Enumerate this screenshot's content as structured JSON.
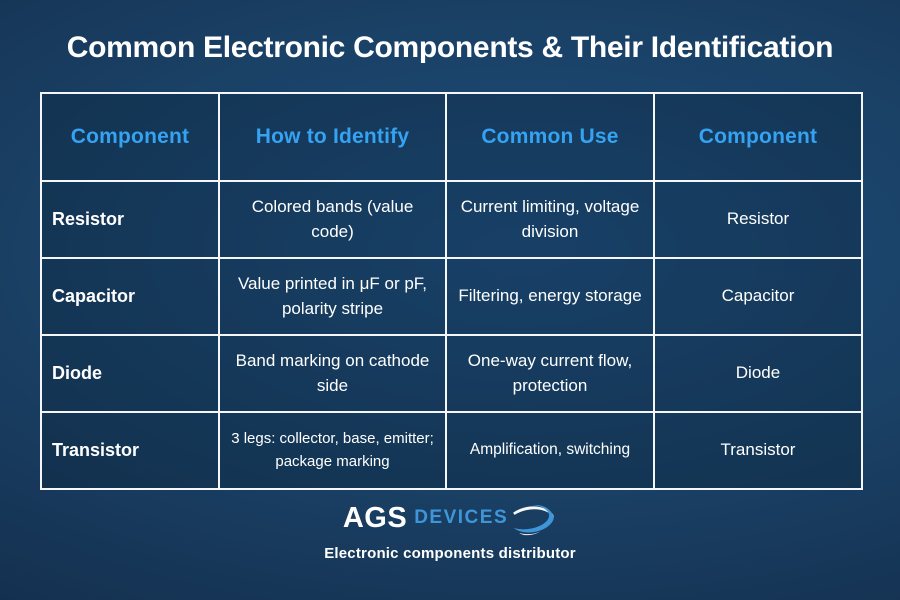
{
  "page": {
    "title": "Common Electronic Components & Their Identification"
  },
  "table": {
    "headers": [
      "Component",
      "How to Identify",
      "Common Use",
      "Component"
    ],
    "rows": [
      {
        "cells": [
          "Resistor",
          "Colored bands (value code)",
          "Current limiting, voltage division",
          "Resistor"
        ]
      },
      {
        "cells": [
          "Capacitor",
          "Value printed in μF or pF, polarity stripe",
          "Filtering, energy storage",
          "Capacitor"
        ]
      },
      {
        "cells": [
          "Diode",
          "Band marking on cathode side",
          "One-way current flow, protection",
          "Diode"
        ]
      },
      {
        "cells": [
          "Transistor",
          "3 legs: collector, base, emitter; package marking",
          "Amplification, switching",
          "Transistor"
        ]
      }
    ]
  },
  "footer": {
    "logo_primary": "AGS",
    "logo_secondary": "DEVICES",
    "tagline": "Electronic components distributor"
  },
  "colors": {
    "header_accent": "#35a2f2",
    "logo_blue": "#3e96d9",
    "background_center": "#1f4e7d",
    "background_edge": "#10273f",
    "border": "#f4f6f8"
  },
  "icons": {
    "swoosh": "brand-swoosh-icon"
  }
}
